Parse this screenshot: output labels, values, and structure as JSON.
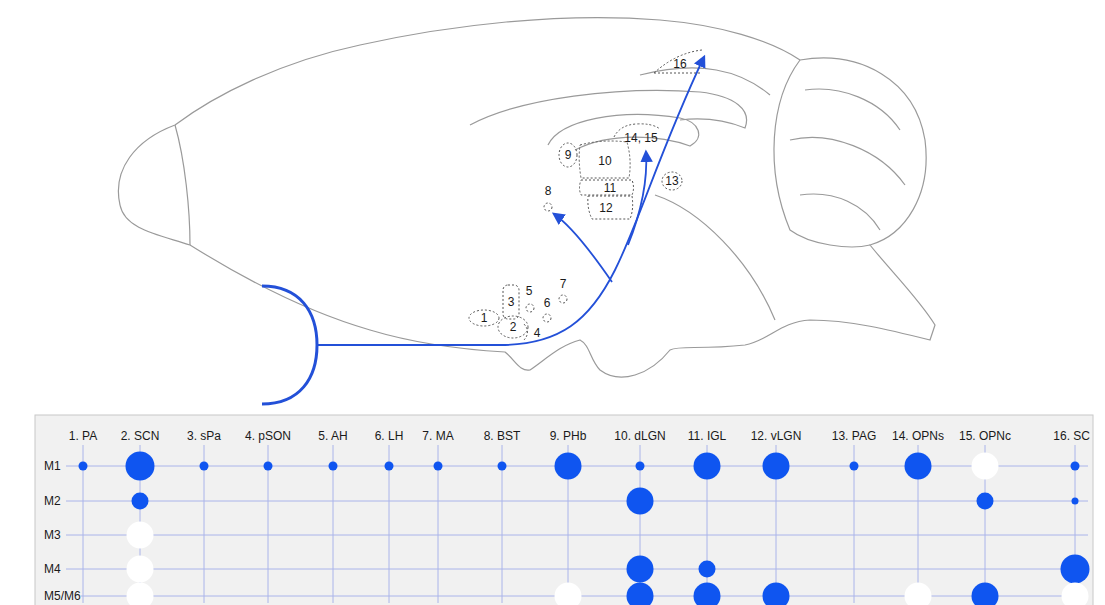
{
  "diagram": {
    "nodes": [
      {
        "text": [
          "1"
        ]
      },
      {
        "text": [
          "2"
        ]
      },
      {
        "text": [
          "3"
        ]
      },
      {
        "text": [
          "4"
        ]
      },
      {
        "text": [
          "5"
        ]
      },
      {
        "text": [
          "6"
        ]
      },
      {
        "text": [
          "7"
        ]
      },
      {
        "text": [
          "8"
        ]
      },
      {
        "text": [
          "9"
        ]
      },
      {
        "text": [
          "10"
        ]
      },
      {
        "text": [
          "11"
        ]
      },
      {
        "text": [
          "12"
        ]
      },
      {
        "text": [
          "13"
        ]
      },
      {
        "text": [
          "14, 15"
        ]
      },
      {
        "text": [
          "16"
        ]
      }
    ],
    "labels": [
      "1. PA",
      "2. SCN",
      "3. sPa",
      "4. pSON",
      "5. AH",
      "6. LH",
      "7. MA",
      "8. BST",
      "9. PHb",
      "10. dLGN",
      "11. IGL",
      "12. vLGN",
      "13. PAG",
      "14. OPNs",
      "15. OPNc",
      "16. SC",
      "M1",
      "M2",
      "M3",
      "M4",
      "M5/M6"
    ]
  }
}
